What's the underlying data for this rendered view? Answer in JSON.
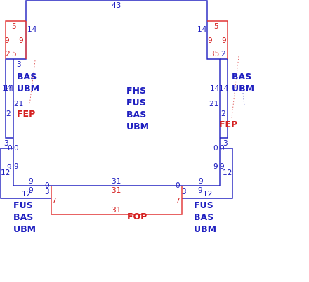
{
  "colors": {
    "blue": "#2020c0",
    "red": "#d42020"
  },
  "labels": {
    "center": [
      "FHS",
      "FUS",
      "BAS",
      "UBM"
    ],
    "left_upper": [
      "BAS",
      "UBM"
    ],
    "left_fep": "FEP",
    "right_upper": [
      "BAS",
      "UBM"
    ],
    "right_fep": "FEP",
    "bottom_left": [
      "FUS",
      "BAS",
      "UBM"
    ],
    "bottom_right": [
      "FUS",
      "BAS",
      "UBM"
    ],
    "fop": "FOP"
  },
  "dims": {
    "top": "43",
    "l_14": "14",
    "l_5": "5",
    "l_9a": "9",
    "l_9b": "9",
    "l_2": "2",
    "l_5b": "5",
    "l_3": "3",
    "l_14a": "14",
    "l_14b": "14",
    "l_21": "21",
    "l_2b": "2",
    "l_3b": "3",
    "l_0a": "0",
    "l_0b": "0",
    "l_9c": "9",
    "l_12": "12",
    "l_9d": "9",
    "l_9e": "9",
    "l_12b": "12",
    "l_9f": "9",
    "r_14": "14",
    "r_5": "5",
    "r_9a": "9",
    "r_9b": "9",
    "r_35": "35",
    "r_2": "2",
    "r_3": "3",
    "r_14a": "14",
    "r_14b": "14",
    "r_21": "21",
    "r_2b": "2",
    "r_0a": "0",
    "r_0b": "0",
    "r_3b": "3",
    "r_9c": "9",
    "r_9d": "9",
    "r_12": "12",
    "r_9e": "9",
    "r_9f": "9",
    "r_12b": "12",
    "b_0": "0",
    "b_31": "31",
    "b_0r": "0",
    "b_3": "3",
    "b_31r": "31",
    "b_3r": "3",
    "b_7": "7",
    "b_7r": "7",
    "b_31b": "31"
  }
}
